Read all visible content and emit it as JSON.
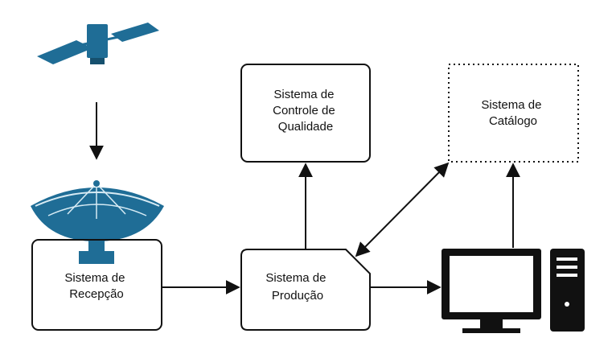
{
  "nodes": {
    "reception": {
      "lines": [
        "Sistema de",
        "Recepção"
      ]
    },
    "quality": {
      "lines": [
        "Sistema de",
        "Controle de",
        "Qualidade"
      ]
    },
    "production": {
      "lines": [
        "Sistema de",
        "Produção"
      ]
    },
    "catalog": {
      "lines": [
        "Sistema de",
        "Catálogo"
      ]
    }
  },
  "icons": {
    "satellite": "satellite-icon",
    "dish": "satellite-dish-icon",
    "monitor": "computer-monitor-icon",
    "tower": "computer-tower-icon"
  },
  "colors": {
    "accent_fill": "#1f6d96",
    "accent_light": "#d7ebf4",
    "stroke": "#111111"
  }
}
